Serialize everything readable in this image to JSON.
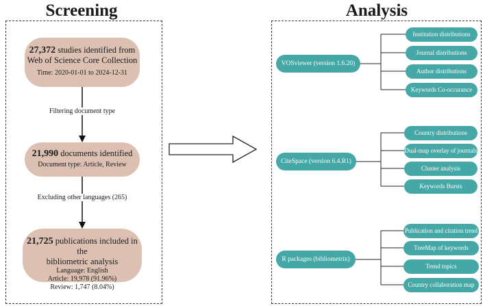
{
  "screening": {
    "heading": "Screening",
    "box1": {
      "count": "27,372",
      "text_a": " studies identified from",
      "text_b": "Web of Science Core Collection",
      "detail": "Time: 2020-01-01 to 2024-12-31"
    },
    "step1_label": "Filtering document type",
    "box2": {
      "count": "21,990",
      "text": " documents identified",
      "detail": "Document type: Article, Review"
    },
    "step2_label": "Excluding other languages (265)",
    "box3": {
      "count": "21,725",
      "text_a": " publications included in the",
      "text_b": "bibliometric analysis",
      "detail_1": "Language: English",
      "detail_2": "Article: 19,978 (91.96%)",
      "detail_3": "Review: 1,747 (8.04%)"
    }
  },
  "analysis": {
    "heading": "Analysis",
    "groups": [
      {
        "tool": "VOSviewer (version 1.6.20)",
        "items": [
          "Institution distributions",
          "Journal distributions",
          "Author distributions",
          "Keywords Co-occurance"
        ]
      },
      {
        "tool": "CiteSpace (version 6.4.R1)",
        "items": [
          "Country distributions",
          "Dual-map overlay of journals",
          "Cluster analysis",
          "Keywords Bursts"
        ]
      },
      {
        "tool": "R packages (bibliometrix)",
        "items": [
          "Publication and citation trend",
          "TreeMap of keywords",
          "Trend topics",
          "Country collaboration map"
        ]
      }
    ]
  },
  "colors": {
    "screening_box": "#dcc1b2",
    "analysis_box": "#45a8a6",
    "analysis_text": "#ffffff",
    "frame": "#333333"
  }
}
